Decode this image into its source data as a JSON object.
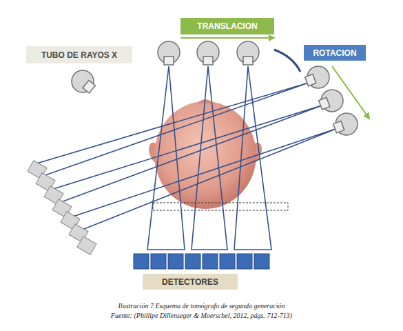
{
  "diagram": {
    "caption": "Ilustración 7 Esquema de tomógrafo de segunda generación",
    "nodes": [
      {
        "text": [
          "TUBO DE RAYOS X"
        ]
      },
      {
        "text": [
          "TRANSLACION"
        ]
      },
      {
        "text": [
          "ROTACION"
        ]
      },
      {
        "text": [
          "DETECTORES"
        ]
      }
    ],
    "labels": [
      "Fuente: (Phillipe Dillenseger & Moerschel, 2012, págs. 712-713)"
    ]
  }
}
